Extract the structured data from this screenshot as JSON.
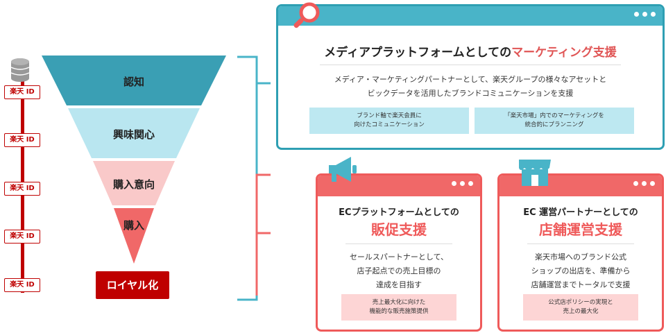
{
  "rail": {
    "id_label": "楽天 ID",
    "tags": [
      "楽天 ID",
      "楽天 ID",
      "楽天 ID",
      "楽天 ID",
      "楽天 ID"
    ]
  },
  "funnel": {
    "stages": [
      "認知",
      "興味関心",
      "購入意向",
      "購入"
    ],
    "loyalty": "ロイヤル化",
    "colors": [
      "#3a9fb4",
      "#b9e6f0",
      "#f9c9c9",
      "#f06868",
      "#bf0000"
    ]
  },
  "media": {
    "title_prefix": "メディアプラットフォームとしての",
    "title_accent": "マーケティング支援",
    "desc_line1": "メディア・マーケティングパートナーとして、楽天グループの様々なアセットと",
    "desc_line2": "ビックデータを活用したブランドコミュニケーションを支援",
    "pill1_line1": "ブランド軸で楽天会員に",
    "pill1_line2": "向けたコミュニケーション",
    "pill2_line1": "「楽天市場」内でのマーケティングを",
    "pill2_line2": "統合的にプランニング",
    "icon": "search-icon"
  },
  "ec": {
    "title_line1": "ECプラットフォームとしての",
    "title_accent": "販促支援",
    "desc_line1": "セールスパートナーとして、",
    "desc_line2": "店子起点での売上目標の",
    "desc_line3": "達成を目指す",
    "pill_line1": "売上最大化に向けた",
    "pill_line2": "機能的な販売施策提供",
    "icon": "megaphone-icon"
  },
  "store": {
    "title_line1": "EC 運営パートナーとしての",
    "title_accent": "店舗運営支援",
    "desc_line1": "楽天市場へのブランド公式",
    "desc_line2": "ショップの出店を、準備から",
    "desc_line3": "店舗運営までトータルで支援",
    "pill_line1": "公式店ポリシーの実現と",
    "pill_line2": "売上の最大化",
    "icon": "store-icon"
  },
  "colors": {
    "brand_red": "#bf0000",
    "teal": "#49b4c8",
    "coral": "#f06868"
  }
}
